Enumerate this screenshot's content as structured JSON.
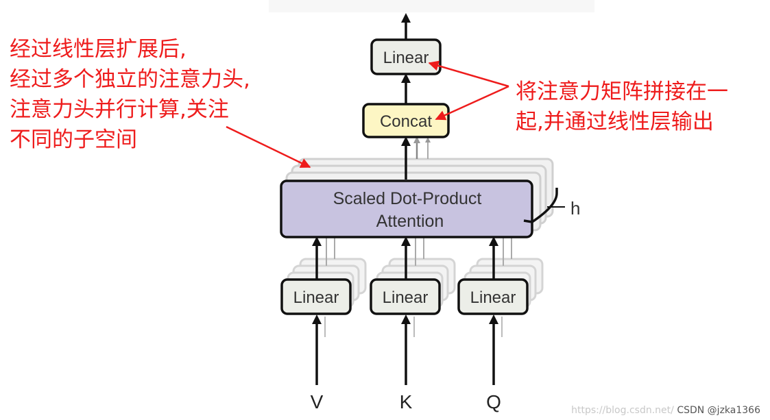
{
  "diagram": {
    "top_linear_label": "Linear",
    "concat_label": "Concat",
    "attention_line1": "Scaled Dot-Product",
    "attention_line2": "Attention",
    "heads_label": "h",
    "input_linear_labels": [
      "Linear",
      "Linear",
      "Linear"
    ],
    "inputs": [
      "V",
      "K",
      "Q"
    ]
  },
  "annotations": {
    "left": "经过线性层扩展后,\n经过多个独立的注意力头,\n注意力头并行计算,关注\n不同的子空间",
    "right": "将注意力矩阵拼接在一\n起,并通过线性层输出"
  },
  "watermark": {
    "url": "https://blog.csdn.net/",
    "owner": "CSDN @jzka1366"
  },
  "colors": {
    "annotation": "#ee1c1c",
    "linear_fill": "#eceee8",
    "concat_fill": "#fdf6c4",
    "attention_fill": "#c8c3e0"
  }
}
